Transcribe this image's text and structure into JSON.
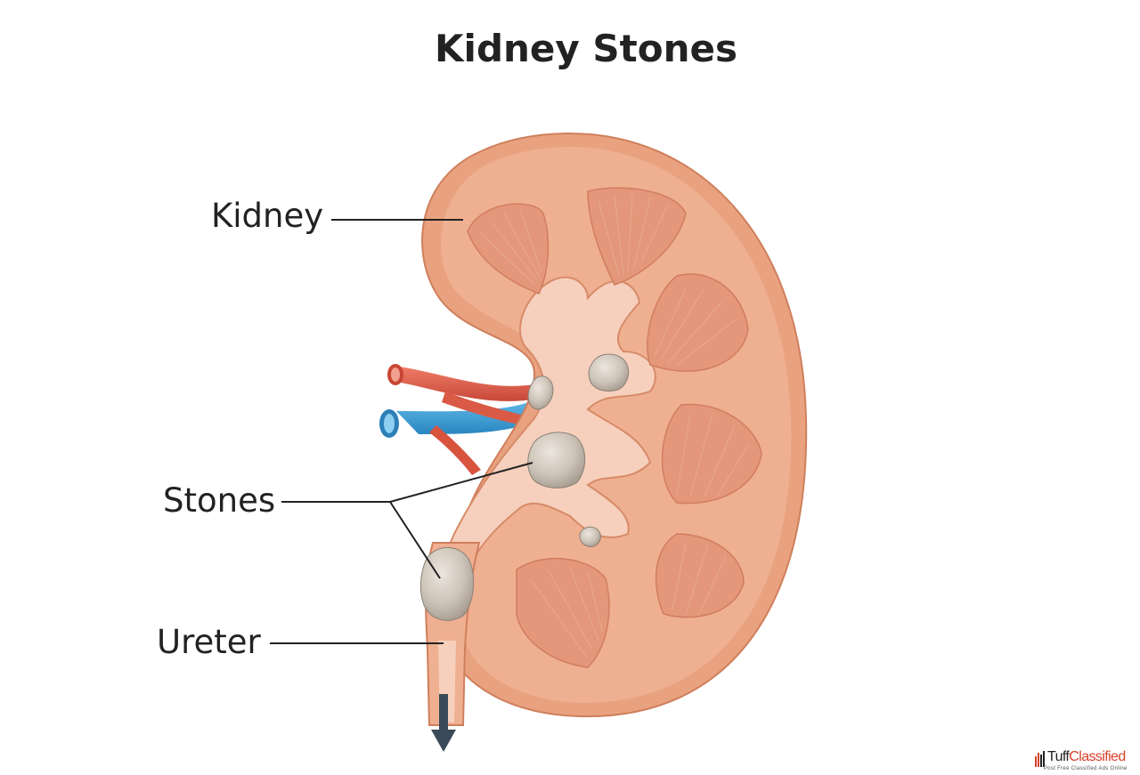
{
  "title": "Kidney Stones",
  "labels": {
    "kidney": "Kidney",
    "stones": "Stones",
    "ureter": "Ureter"
  },
  "watermark": {
    "name_part1": "Tuff",
    "name_part2": "Classified",
    "tagline": "Post Free Classified Ads Online"
  },
  "colors": {
    "kidney_outer": "#e9a27f",
    "kidney_inner": "#efb090",
    "pyramid": "#e4977a",
    "pelvis": "#f7d2bf",
    "stone": "#c9bfb4",
    "artery": "#e0614a",
    "vein": "#3a9fd6",
    "arrow": "#3b4a58"
  }
}
